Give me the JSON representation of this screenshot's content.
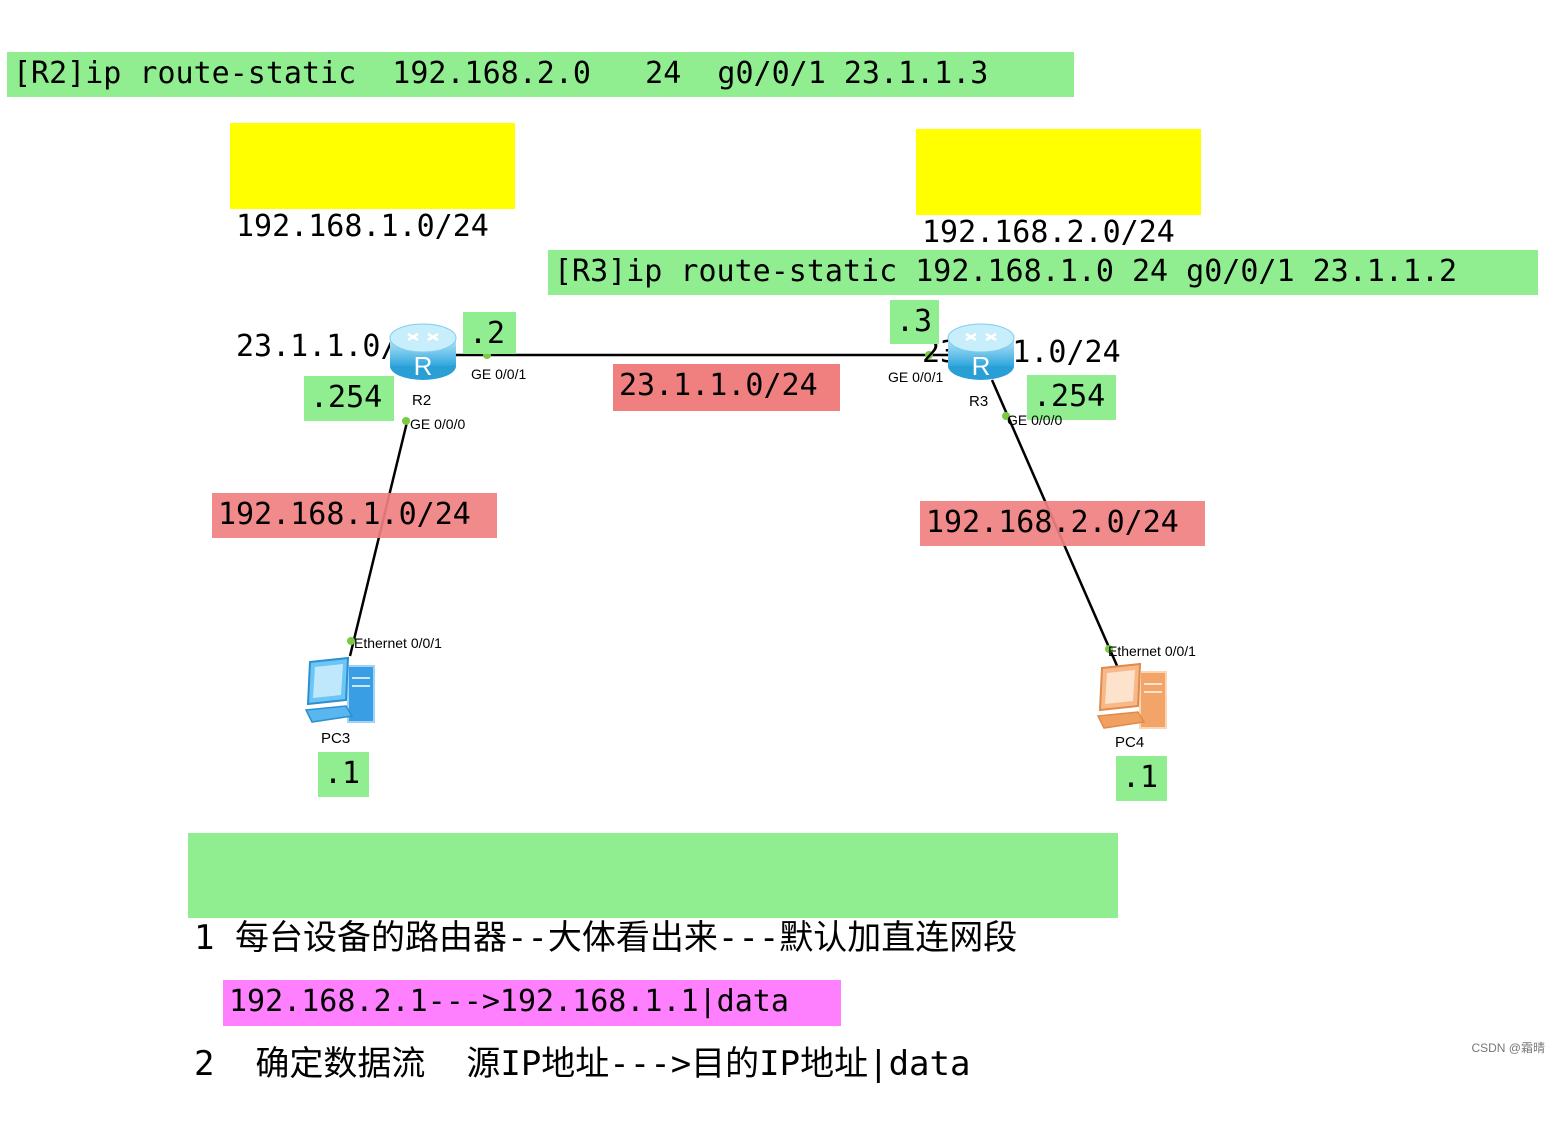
{
  "commands": {
    "r2": "[R2]ip route-static  192.168.2.0   24  g0/0/1 23.1.1.3",
    "r3": "[R3]ip route-static 192.168.1.0 24 g0/0/1 23.1.1.2"
  },
  "routing_tables": {
    "r2": [
      "192.168.1.0/24",
      "23.1.1.0/24"
    ],
    "r3": [
      "192.168.2.0/24",
      "23.1.1.0/24"
    ]
  },
  "networks": {
    "link_r2_r3": "23.1.1.0/24",
    "lan_left": "192.168.1.0/24",
    "lan_right": "192.168.2.0/24"
  },
  "host_ids": {
    "r2_g001": ".2",
    "r3_g001": ".3",
    "r2_g000": ".254",
    "r3_g000": ".254",
    "pc3": ".1",
    "pc4": ".1"
  },
  "devices": {
    "r2": {
      "name": "R2",
      "port_wan": "GE 0/0/1",
      "port_lan": "GE 0/0/0"
    },
    "r3": {
      "name": "R3",
      "port_wan": "GE 0/0/1",
      "port_lan": "GE 0/0/0"
    },
    "pc3": {
      "name": "PC3",
      "port": "Ethernet 0/0/1"
    },
    "pc4": {
      "name": "PC4",
      "port": "Ethernet 0/0/1"
    }
  },
  "notes": [
    "1 每台设备的路由器--大体看出来---默认加直连网段",
    "2  确定数据流  源IP地址--->目的IP地址|data"
  ],
  "flow": "192.168.2.1--->192.168.1.1|data",
  "watermark": "CSDN @霜晴",
  "colors": {
    "green": "#90ee90",
    "yellow": "#ffff00",
    "red": "#f08080",
    "pink": "#ff80ff",
    "router": "#5bc0eb",
    "pc3": "#5bb8f0",
    "pc4": "#f5a66b",
    "port_dot": "#7ac943"
  }
}
